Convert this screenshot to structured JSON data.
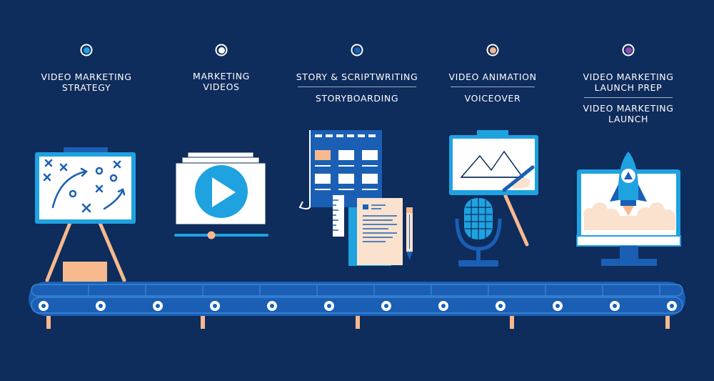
{
  "stages": [
    {
      "id": "strategy",
      "lines": [
        "VIDEO MARKETING",
        "STRATEGY"
      ],
      "dot_color": "#1fa2e0"
    },
    {
      "id": "videos",
      "lines": [
        "MARKETING",
        "VIDEOS"
      ],
      "dot_color": "#ffffff"
    },
    {
      "id": "story",
      "lines": [
        "STORY & SCRIPTWRITING"
      ],
      "dot_color": "#1a5fb4"
    },
    {
      "id": "storyboarding",
      "lines": [
        "STORYBOARDING"
      ]
    },
    {
      "id": "animation",
      "lines": [
        "VIDEO ANIMATION"
      ],
      "dot_color": "#f2b58c"
    },
    {
      "id": "voiceover",
      "lines": [
        "VOICEOVER"
      ]
    },
    {
      "id": "launch-prep",
      "lines": [
        "VIDEO MARKETING",
        "LAUNCH PREP"
      ],
      "dot_color": "#8d4fb0"
    },
    {
      "id": "launch",
      "lines": [
        "VIDEO MARKETING",
        "LAUNCH"
      ]
    }
  ],
  "colors": {
    "background": "#0e2c5c",
    "belt": "#1a5fb4",
    "belt_light": "#3b86d6",
    "accent_orange": "#f7b98d",
    "accent_blue": "#1fa2e0",
    "line_dark": "#0e2c5c"
  },
  "icons": {
    "strategy": "strategy-board-icon",
    "videos": "video-player-icon",
    "story": "storyboard-documents-icon",
    "animation": "animation-easel-microphone-icon",
    "launch": "rocket-monitor-icon",
    "belt": "conveyor-belt-icon"
  }
}
